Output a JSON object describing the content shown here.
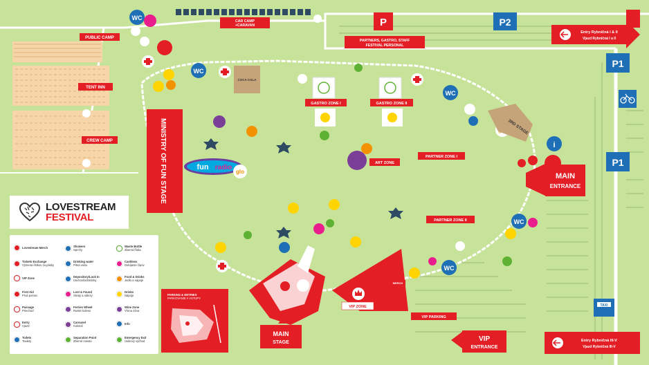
{
  "labels": {
    "public_camp": "PUBLIC CAMP",
    "tent_inn": "TENT INN",
    "crew_camp": "CREW CAMP",
    "car_camp": "CAR CAMP\n+CARAVAN",
    "partners": "PARTNERS, GASTRO, STAFF\nFESTIVAL PERSONAL",
    "p": "P",
    "p2": "P2",
    "p1": "P1",
    "entry_top_1": "Entry Rybničná I & II",
    "entry_top_2": "Vjazd Rybničná I a II",
    "entry_bottom_1": "Entry Rybničná III-V",
    "entry_bottom_2": "Vjazd Rybničná III-V",
    "gastro_1": "GASTRO ZONE I",
    "gastro_2": "GASTRO ZONE II",
    "stage_3": "3RD STAGE",
    "main_entrance_1": "MAIN",
    "main_entrance_2": "ENTRANCE",
    "ministry": "MINISTRY OF FUN STAGE",
    "art_zone": "ART ZONE",
    "partner_1": "PARTNER ZONE I",
    "partner_2": "PARTNER ZONE II",
    "vip_zone": "VIP ZONE",
    "vip_parking": "VIP PARKING",
    "vip_entrance_1": "VIP",
    "vip_entrance_2": "ENTRANCE",
    "main_stage_1": "MAIN",
    "main_stage_2": "STAGE",
    "coca_cola": "COCA COLA",
    "fun_radio_a": "fun",
    "fun_radio_b": "radio",
    "wc": "WC",
    "taxi": "TAXI",
    "glo": "glo",
    "merch": "MERCH",
    "festival_1": "LOVESTREAM",
    "festival_2": "FESTIVAL",
    "inset_title_1": "PARKING & ENTRIES",
    "inset_title_2": "PARKOVANIE A VSTUPY"
  },
  "legend": [
    {
      "en": "Lovestream Merch",
      "sk": "",
      "color": "#e31e24"
    },
    {
      "en": "Tickets Exchange",
      "sk": "Výmena lístkov za pásky",
      "color": "#e31e24"
    },
    {
      "en": "VIP Zone",
      "sk": "",
      "color": "#e31e24"
    },
    {
      "en": "First Aid",
      "sk": "Prvá pomoc",
      "color": "#e31e24"
    },
    {
      "en": "Passage",
      "sk": "Priechod",
      "color": "#ffffff"
    },
    {
      "en": "Entry",
      "sk": "Vjazd",
      "color": "#ffffff"
    },
    {
      "en": "Toilets",
      "sk": "Toalety",
      "color": "#1e6fb5"
    },
    {
      "en": "Showers",
      "sk": "Sprchy",
      "color": "#1e6fb5"
    },
    {
      "en": "Drinking water",
      "sk": "Pitná voda",
      "color": "#1e6fb5"
    },
    {
      "en": "Depository/Lock In",
      "sk": "Úschovňa/Skrinky",
      "color": "#1e6fb5"
    },
    {
      "en": "Lost & Found",
      "sk": "Straty a nálezy",
      "color": "#e91e8c"
    },
    {
      "en": "Ferries Wheel",
      "sk": "Ruské koleso",
      "color": "#7b3f98"
    },
    {
      "en": "Carousel",
      "sk": "Kolotoč",
      "color": "#7b3f98"
    },
    {
      "en": "Separation Point",
      "sk": "Zberné miesto",
      "color": "#5db233"
    },
    {
      "en": "Waste Bottle",
      "sk": "Zberná fľaša",
      "color": "#5db233"
    },
    {
      "en": "Cashless",
      "sk": "Dobíjanie čipov",
      "color": "#e91e8c"
    },
    {
      "en": "Food & Drinks",
      "sk": "Jedlo a nápoje",
      "color": "#f39200"
    },
    {
      "en": "Drinks",
      "sk": "Nápoje",
      "color": "#ffd400"
    },
    {
      "en": "Wine Zone",
      "sk": "Vínna zóna",
      "color": "#7b3f98"
    },
    {
      "en": "Info",
      "sk": "",
      "color": "#1e6fb5"
    },
    {
      "en": "Emergency Exit",
      "sk": "Únikový východ",
      "color": "#5db233"
    }
  ],
  "colors": {
    "grass": "#c7e39a",
    "red": "#e31e24",
    "blue": "#1e6fb5",
    "path": "#ffffff",
    "camp": "#f6d6a8"
  }
}
